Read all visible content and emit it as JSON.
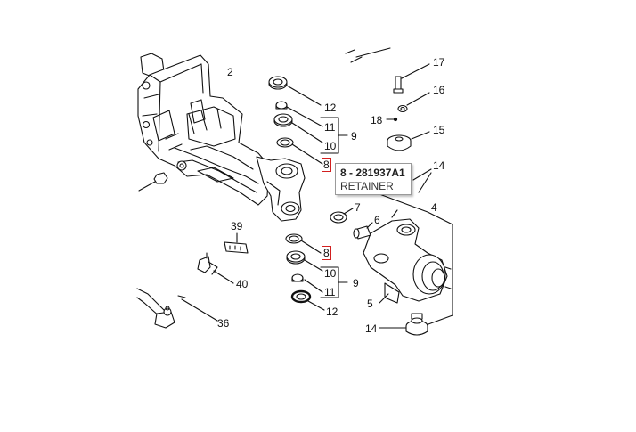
{
  "callouts": {
    "c2": "2",
    "c12a": "12",
    "c11a": "11",
    "c10a": "10",
    "c9a": "9",
    "c8a": "8",
    "c17": "17",
    "c16": "16",
    "c18": "18",
    "c15": "15",
    "c14a": "14",
    "c7": "7",
    "c6": "6",
    "c4": "4",
    "c39": "39",
    "c8b": "8",
    "c10b": "10",
    "c9b": "9",
    "c11b": "11",
    "c12b": "12",
    "c40": "40",
    "c5": "5",
    "c36": "36",
    "c14b": "14"
  },
  "tooltip": {
    "part_number": "8 - 281937A1",
    "description": "RETAINER"
  },
  "colors": {
    "line": "#111111",
    "highlight": "#d21f1f",
    "fill": "#ffffff",
    "shade": "#e6e6e6"
  }
}
